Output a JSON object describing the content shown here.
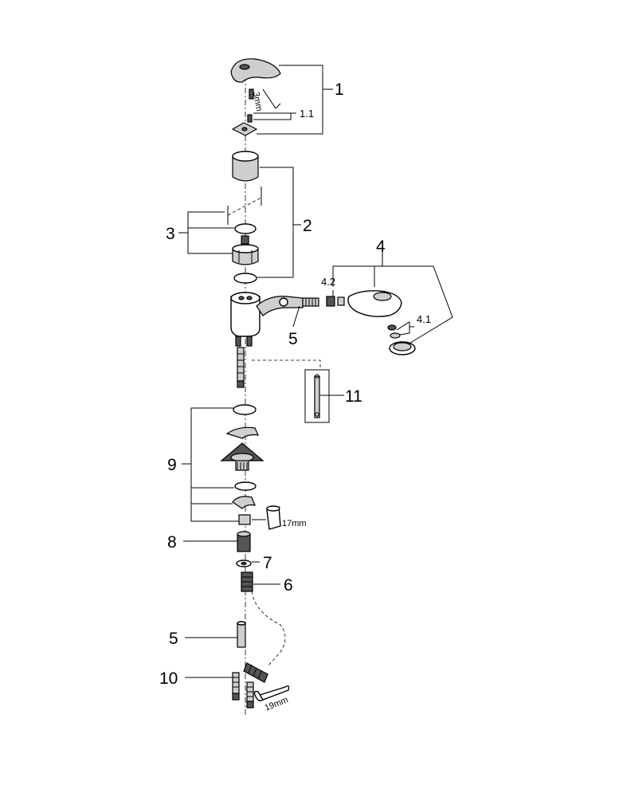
{
  "labels": {
    "part_1": "1",
    "part_1_1": "1.1",
    "part_2": "2",
    "part_3": "3",
    "part_4": "4",
    "part_4_1": "4.1",
    "part_4_2": "4.2",
    "part_5_top": "5",
    "part_5_bottom": "5",
    "part_6": "6",
    "part_7": "7",
    "part_8": "8",
    "part_9": "9",
    "part_10": "10",
    "part_11": "11"
  },
  "tool_sizes": {
    "hex_key": "3mm",
    "socket": "17mm",
    "wrench": "19mm"
  }
}
